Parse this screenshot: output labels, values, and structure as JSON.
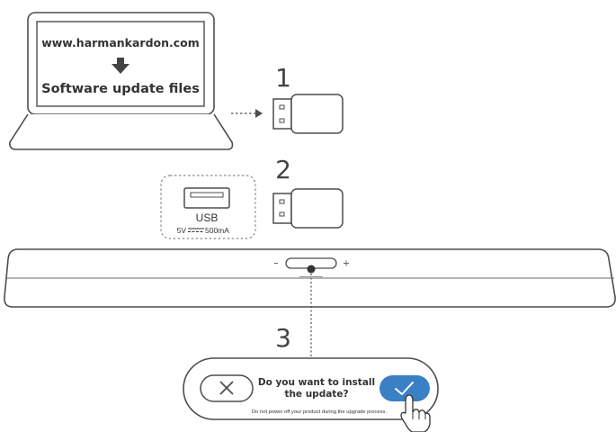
{
  "laptop": {
    "url": "www.harmankardon.com",
    "files_label": "Software update files"
  },
  "steps": {
    "one": "1",
    "two": "2",
    "three": "3"
  },
  "usb_port": {
    "label": "USB",
    "voltage": "5V",
    "current": "500mA"
  },
  "dialog": {
    "question_line1": "Do you want to install",
    "question_line2": "the update?",
    "warning": "Do not power off your product during the upgrade process.",
    "cancel_icon": "close-icon",
    "confirm_icon": "check-icon"
  },
  "colors": {
    "line": "#4d4d4d",
    "confirm_blue": "#3b7fc4",
    "arrow": "#444444"
  }
}
